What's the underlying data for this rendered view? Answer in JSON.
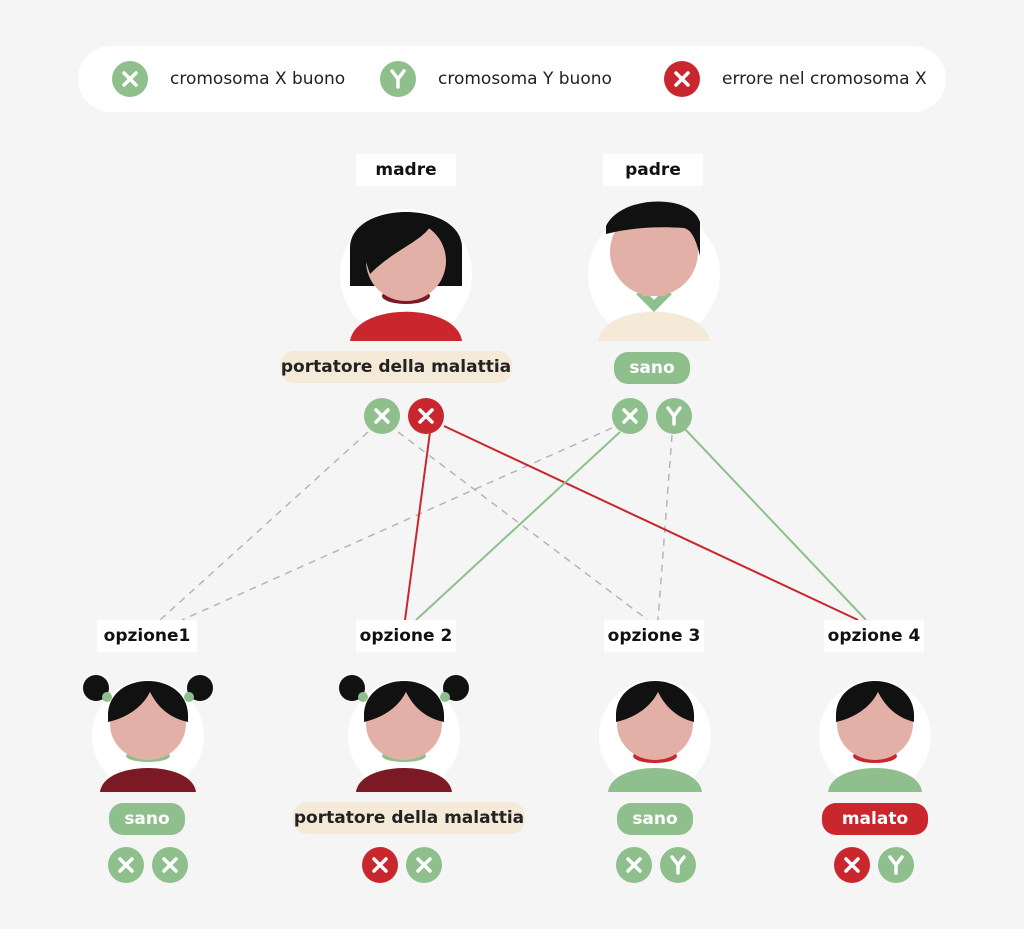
{
  "legend": {
    "good_x": "cromosoma X buono",
    "good_y": "cromosoma Y buono",
    "error_x": "errore nel cromosoma X"
  },
  "colors": {
    "good": "#8fbf8c",
    "error": "#c9262e",
    "carrier_bg": "#f5ead8",
    "skin": "#e3b0a8",
    "hair": "#111111"
  },
  "parents": {
    "mother": {
      "label": "madre",
      "status": "portatore della malattia",
      "chromosomes": [
        "X-good",
        "X-error"
      ]
    },
    "father": {
      "label": "padre",
      "status": "sano",
      "chromosomes": [
        "X-good",
        "Y-good"
      ]
    }
  },
  "children": [
    {
      "label": "opzione1",
      "status": "sano",
      "chromosomes": [
        "X-good",
        "X-good"
      ]
    },
    {
      "label": "opzione 2",
      "status": "portatore della malattia",
      "chromosomes": [
        "X-error",
        "X-good"
      ]
    },
    {
      "label": "opzione 3",
      "status": "sano",
      "chromosomes": [
        "X-good",
        "Y-good"
      ]
    },
    {
      "label": "opzione 4",
      "status": "malato",
      "chromosomes": [
        "X-error",
        "Y-good"
      ]
    }
  ]
}
